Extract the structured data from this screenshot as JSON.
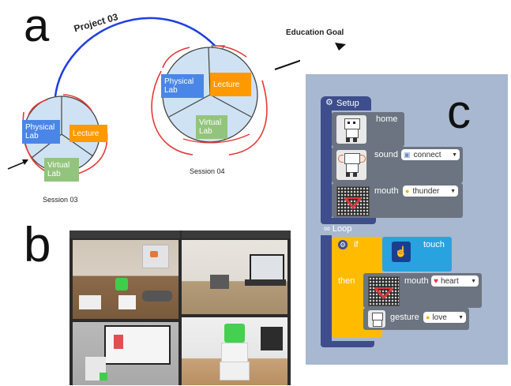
{
  "panel_a": {
    "letter": "a",
    "project_label": "Project 03",
    "goal_label": "Education Goal",
    "session03": {
      "caption": "Session 03",
      "sectors": [
        {
          "label": "Physical Lab",
          "color": "#4a86e8"
        },
        {
          "label": "Lecture",
          "color": "#ff9900"
        },
        {
          "label": "Virtual Lab",
          "color": "#93c47d"
        }
      ]
    },
    "session04": {
      "caption": "Session 04",
      "sectors": [
        {
          "label": "Physical Lab",
          "color": "#4a86e8"
        },
        {
          "label": "Lecture",
          "color": "#ff9900"
        },
        {
          "label": "Virtual Lab",
          "color": "#93c47d"
        }
      ]
    },
    "colors": {
      "arc": "#1f3fe0",
      "cycle": "#e53935",
      "circle_fill": "#cfe2f3"
    }
  },
  "panel_b": {
    "letter": "b"
  },
  "panel_c": {
    "letter": "c",
    "setup_label": "Setup",
    "loop_label": "∞ Loop",
    "blocks": {
      "home": "home",
      "sound": "sound",
      "sound_value": "connect",
      "mouth": "mouth",
      "mouth_value": "thunder",
      "if": "if",
      "touch": "touch",
      "then": "then",
      "mouth2": "mouth",
      "mouth2_value": "heart",
      "gesture": "gesture",
      "gesture_value": "love"
    },
    "colors": {
      "background": "#a8b8d0",
      "setup": "#3e4d8c",
      "block": "#6b7480",
      "if": "#ffbb00",
      "touch": "#29a3e0"
    }
  }
}
